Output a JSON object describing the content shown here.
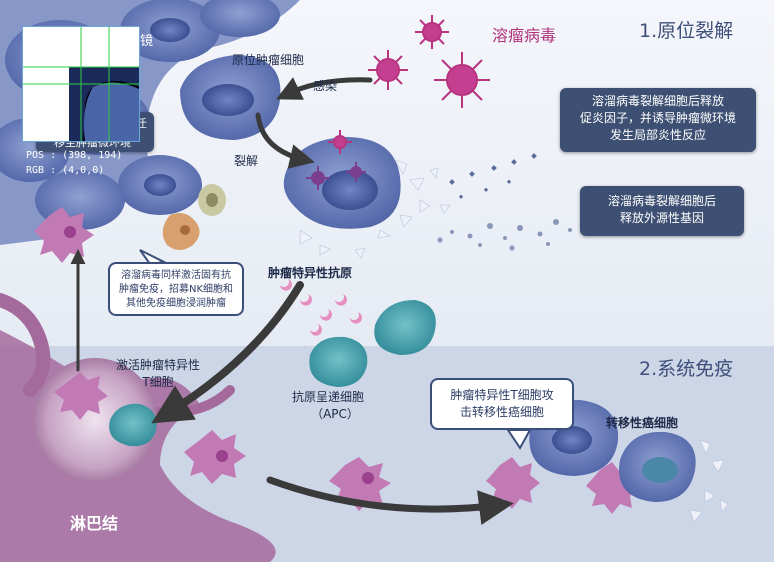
{
  "colors": {
    "header_box": "#3d4f72",
    "title_text": "#3d4f7a",
    "virus": "#c43f8f",
    "cell_body": "#5d72b4",
    "apc": "#3e9aa6",
    "lymph_node": "#9a5a94",
    "arrow": "#3a3a3a",
    "bottom_panel": "#cfd8e8"
  },
  "section1_title": "1.原位裂解",
  "section2_title": "2.系统免疫",
  "virus_label": "溶瘤病毒",
  "infect_label": "感染",
  "lyse_label": "裂解",
  "tumor_cell_label": "原位肿瘤细胞",
  "antigen_label": "肿瘤特异性抗原",
  "apc_label_line1": "抗原呈递细胞",
  "apc_label_line2": "（APC）",
  "activate_label_line1": "激活肿瘤特异性",
  "activate_label_line2": "T细胞",
  "lymph_label": "淋巴结",
  "metastatic_label": "转移性癌细胞",
  "box_inflammation": [
    "溶溜病毒裂解细胞后释放",
    "促炎因子，并诱导肿瘤微环境",
    "发生局部炎性反应"
  ],
  "box_genes": [
    "溶溜病毒裂解细胞后",
    "释放外源性基因"
  ],
  "box_innate": [
    "溶溜病毒同样激活固有抗",
    "肿瘤免疫，招募NK细胞和",
    "其他免疫细胞浸润肿瘤"
  ],
  "box_tcell": [
    "肿瘤特异性T细胞攻",
    "击转移性癌细胞"
  ],
  "box_migrate_partial": "迁",
  "box_microenv_partial": "移至肿瘤微环境",
  "label_topleft_partial": "镜",
  "probe": {
    "pos_text": "POS : (398, 194)",
    "rgb_text": "RGB : (4,0,0)"
  }
}
